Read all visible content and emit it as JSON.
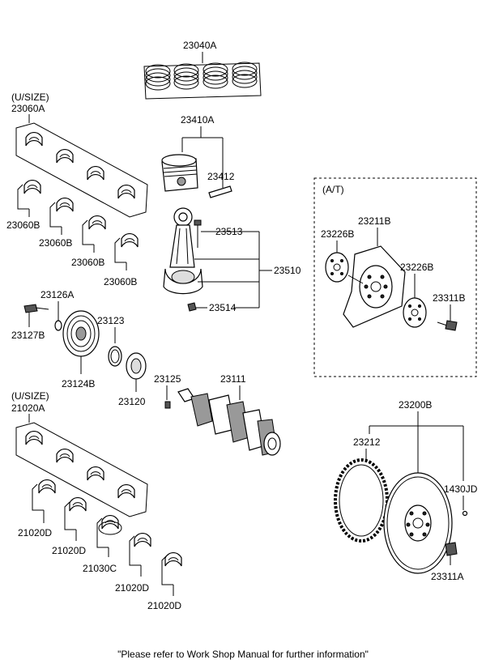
{
  "footer_note": "\"Please refer to Work Shop Manual for further information\"",
  "labels": {
    "piston_rings": "23040A",
    "usize_main_1": "(U/SIZE)",
    "main_bearing_usize": "23060A",
    "piston": "23410A",
    "piston_pin": "23412",
    "main_bearing_1": "23060B",
    "main_bearing_2": "23060B",
    "main_bearing_3": "23060B",
    "main_bearing_4": "23060B",
    "conrod_bolt": "23513",
    "conrod_assy": "23510",
    "conrod_nut": "23514",
    "damper_washer": "23126A",
    "damper_bolt": "23127B",
    "damper_pulley": "23124B",
    "pulley_key": "23123",
    "crank_sprocket": "23120",
    "crank_pin": "23125",
    "crankshaft": "23111",
    "at_title": "(A/T)",
    "drive_plate": "23211B",
    "adapter_plate_1": "23226B",
    "adapter_plate_2": "23226B",
    "at_bolt": "23311B",
    "usize_main_2": "(U/SIZE)",
    "thrust_bearing_usize": "21020A",
    "flywheel_assy": "23200B",
    "ring_gear": "23212",
    "dowel_pin": "1430JD",
    "bearing_d_1": "21020D",
    "bearing_d_2": "21020D",
    "thrust_bearing": "21030C",
    "bearing_d_3": "21020D",
    "bearing_d_4": "21020D",
    "flywheel_bolt": "23311A"
  }
}
